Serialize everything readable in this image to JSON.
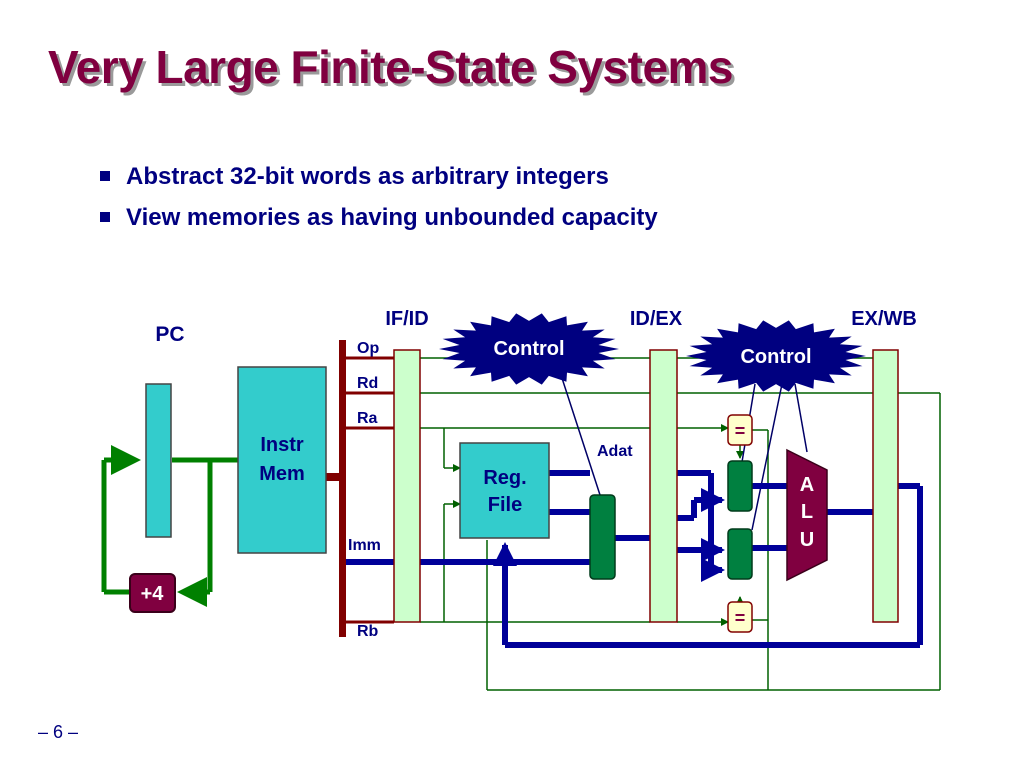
{
  "slide": {
    "title": "Very Large Finite-State Systems",
    "bullets": [
      "Abstract 32-bit words as arbitrary integers",
      "View memories as having unbounded capacity"
    ],
    "footer": "– 6 –"
  },
  "diagram": {
    "stage_labels": {
      "pc": "PC",
      "if_id": "IF/ID",
      "id_ex": "ID/EX",
      "ex_wb": "EX/WB"
    },
    "instr_mem": [
      "Instr",
      "Mem"
    ],
    "plus4": "+4",
    "reg_file": [
      "Reg.",
      "File"
    ],
    "alu_letters": [
      "A",
      "L",
      "U"
    ],
    "control_left": "Control",
    "control_right": "Control",
    "fields": {
      "op": "Op",
      "rd": "Rd",
      "ra": "Ra",
      "imm": "Imm",
      "rb": "Rb"
    },
    "adat": "Adat",
    "comparator_top": "=",
    "comparator_bottom": "=",
    "colors": {
      "title": "#800040",
      "text": "#000080",
      "pc_fill": "#33cccc",
      "pipeline_reg_fill": "#ccffcc",
      "mux_fill": "#008040",
      "bus_dark_red": "#800000",
      "bus_blue": "#000099",
      "wire_green": "#008000",
      "control_fill": "#000080",
      "compare_fill": "#ffffcc"
    }
  }
}
